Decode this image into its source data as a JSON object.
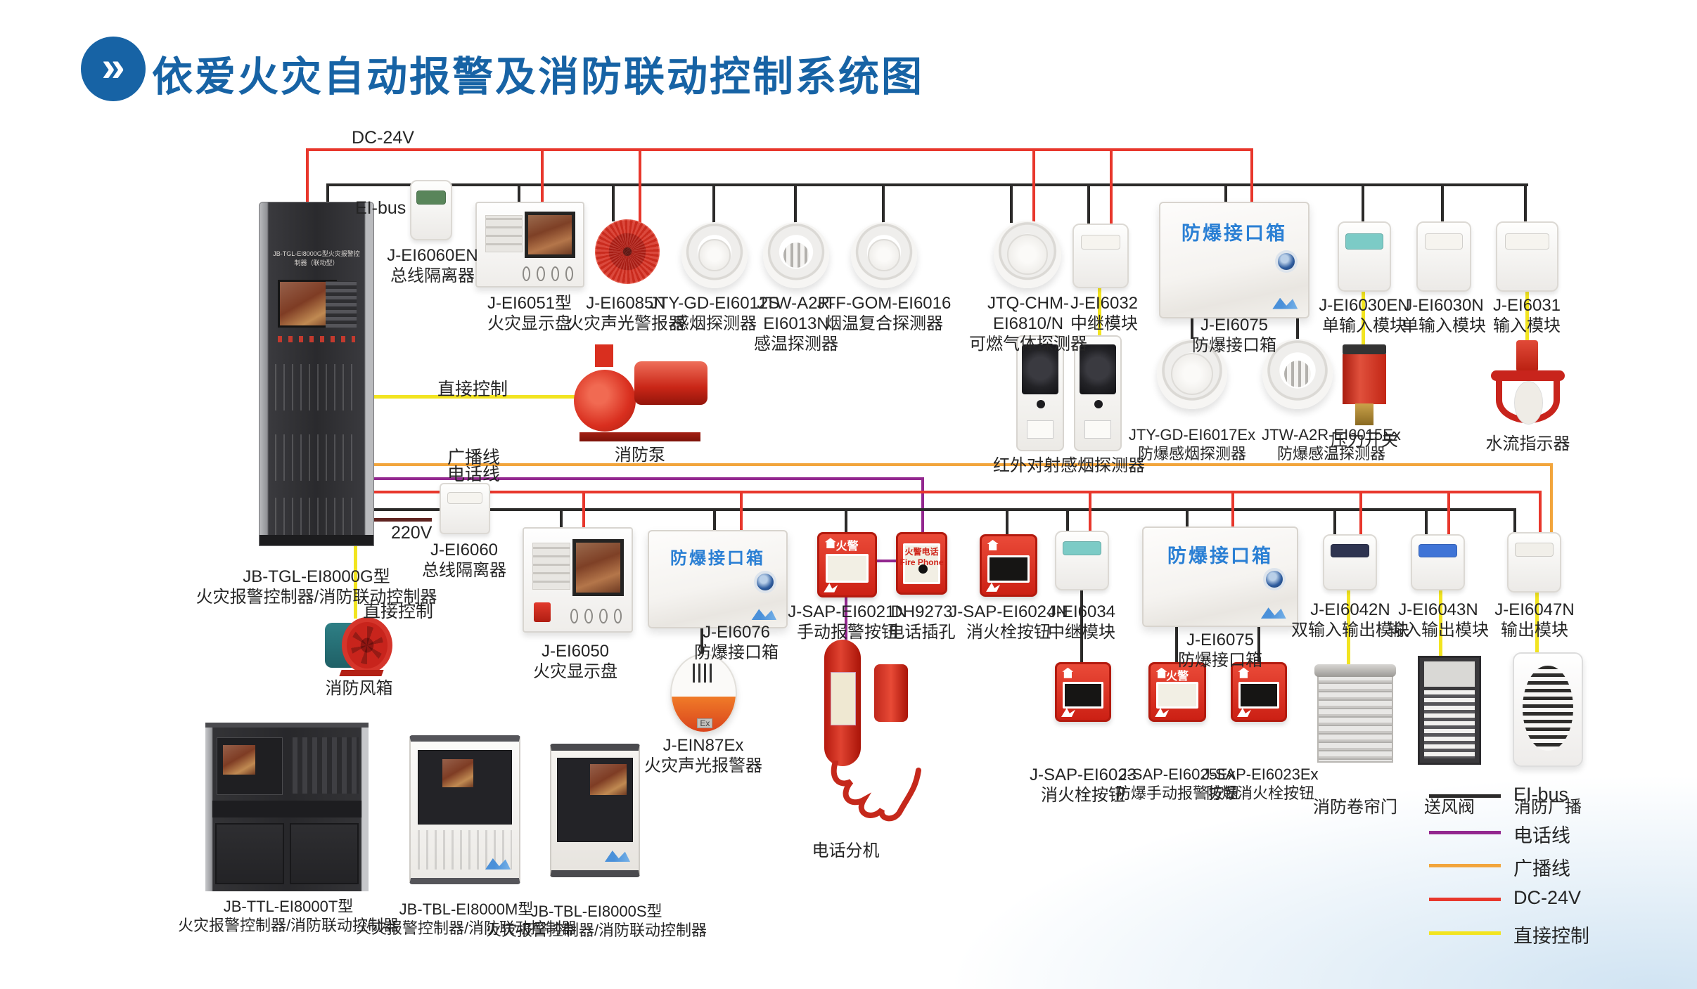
{
  "title": {
    "text": "依爱火灾自动报警及消防联动控制系统图",
    "chevron": "»"
  },
  "wire_labels": {
    "dc24v": "DC-24V",
    "ei_bus": "EI-bus",
    "direct_control": "直接控制",
    "broadcast": "广播线",
    "phone": "电话线",
    "v220": "220V"
  },
  "box_text": {
    "explosion_proof_box": "防爆接口箱",
    "fire_alarm_sign": "火警",
    "ex_badge": "Ex",
    "dh9273_window_cn": "火警电话",
    "dh9273_window_en": "Fire Phone",
    "main_cabinet_header": "JB-TGL-EI8000G型火灾报警控制器（联动型）"
  },
  "devices": {
    "main_cabinet": [
      "JB-TGL-EI8000G型",
      "火灾报警控制器/消防联动控制器"
    ],
    "d6060en": [
      "J-EI6060EN",
      "总线隔离器"
    ],
    "d6051": [
      "J-EI6051型",
      "火灾显示盘"
    ],
    "d6085n": [
      "J-EI6085N",
      "火灾声光警报器"
    ],
    "d6012s": [
      "JTY-GD-EI6012S",
      "感烟探测器"
    ],
    "d6013n": [
      "JTW-A2R-EI6013N",
      "感温探测器"
    ],
    "d6016": [
      "JTF-GOM-EI6016",
      "烟温复合探测器"
    ],
    "d6810n": [
      "JTQ-CHM-EI6810/N",
      "可燃气体探测器"
    ],
    "d6032": [
      "J-EI6032",
      "中继模块"
    ],
    "d6075a": [
      "J-EI6075",
      "防爆接口箱"
    ],
    "d6030en": [
      "J-EI6030EN",
      "单输入模块"
    ],
    "d6030n": [
      "J-EI6030N",
      "单输入模块"
    ],
    "d6031": [
      "J-EI6031",
      "输入模块"
    ],
    "pump": [
      "消防泵"
    ],
    "beam": [
      "红外对射感烟探测器"
    ],
    "d6017ex": [
      "JTY-GD-EI6017Ex",
      "防爆感烟探测器"
    ],
    "d6015ex": [
      "JTW-A2R-EI6015Ex",
      "防爆感温探测器"
    ],
    "pressure": [
      "压力开关"
    ],
    "waterflow": [
      "水流指示器"
    ],
    "d6060": [
      "J-EI6060",
      "总线隔离器"
    ],
    "d6050": [
      "J-EI6050",
      "火灾显示盘"
    ],
    "d6076": [
      "J-EI6076",
      "防爆接口箱"
    ],
    "d6021n": [
      "J-SAP-EI6021N",
      "手动报警按钮"
    ],
    "dh9273": [
      "DH9273",
      "电话插孔"
    ],
    "d6024n": [
      "J-SAP-EI6024N",
      "消火栓按钮"
    ],
    "d6034": [
      "J-EI6034",
      "中继模块"
    ],
    "d6075b": [
      "J-EI6075",
      "防爆接口箱"
    ],
    "d6042n": [
      "J-EI6042N",
      "双输入输出模块"
    ],
    "d6043n": [
      "J-EI6043N",
      "输入输出模块"
    ],
    "d6047n": [
      "J-EI6047N",
      "输出模块"
    ],
    "fan": [
      "消防风箱"
    ],
    "din87ex": [
      "J-EIN87Ex",
      "火灾声光报警器"
    ],
    "phone_ext": [
      "电话分机"
    ],
    "d6023": [
      "J-SAP-EI6023",
      "消火栓按钮"
    ],
    "d6025ex": [
      "J-SAP-EI6025Ex",
      "防爆手动报警按钮"
    ],
    "d6023ex": [
      "J-SAP-EI6023Ex",
      "防爆消火栓按钮"
    ],
    "roller_door": [
      "消防卷帘门"
    ],
    "air_valve": [
      "送风阀"
    ],
    "fire_broadcast": [
      "消防广播"
    ],
    "cab_t": [
      "JB-TTL-EI8000T型",
      "火灾报警控制器/消防联动控制器"
    ],
    "cab_m": [
      "JB-TBL-EI8000M型",
      "火灾报警控制器/消防联动控制器"
    ],
    "cab_s": [
      "JB-TBL-EI8000S型",
      "火灾报警控制器/消防联动控制器"
    ]
  },
  "legend": {
    "items": [
      {
        "label": "EI-bus",
        "color": "#2b2a29"
      },
      {
        "label": "电话线",
        "color": "#93278f"
      },
      {
        "label": "广播线",
        "color": "#f2a53c"
      },
      {
        "label": "DC-24V",
        "color": "#e8372c"
      },
      {
        "label": "直接控制",
        "color": "#f2e420"
      }
    ]
  },
  "colors": {
    "title_blue": "#1763a5",
    "box_text_blue": "#2a7fd4",
    "device_red": "#d9251c"
  }
}
